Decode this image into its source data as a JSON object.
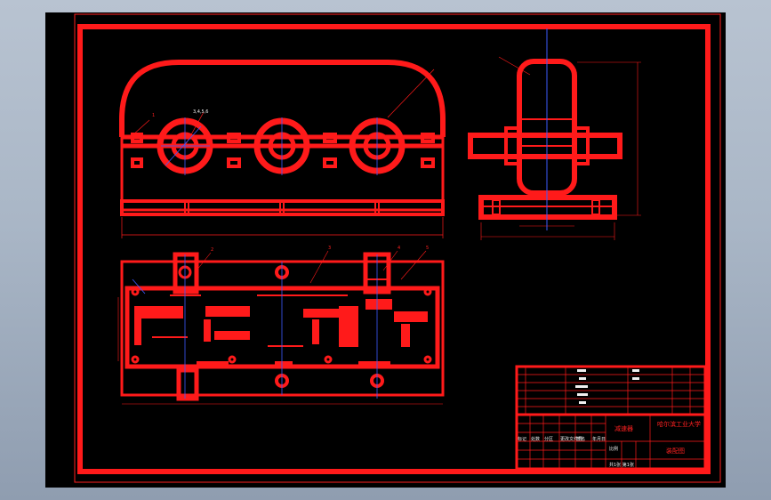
{
  "drawing": {
    "front_view_labels": {
      "part_1": "1",
      "balloon_top": "3,4,5,6"
    },
    "top_view_labels": {
      "part_2": "2",
      "part_3": "3",
      "part_4": "4",
      "part_5": "5"
    },
    "side_view_label": "",
    "dimensions": {
      "front_width": "",
      "side_width": "",
      "side_height": "",
      "top_height": ""
    }
  },
  "title_block": {
    "drawing_name": "减速器",
    "school": "哈尔滨工业大学",
    "scale_label": "比例",
    "sheet": "共1张 第1张",
    "assembly": "装配图",
    "header_cells": [
      "标记",
      "处数",
      "分区",
      "更改文件号",
      "签名",
      "年月日"
    ],
    "bom_rows": [
      "",
      "",
      "",
      "",
      ""
    ]
  }
}
